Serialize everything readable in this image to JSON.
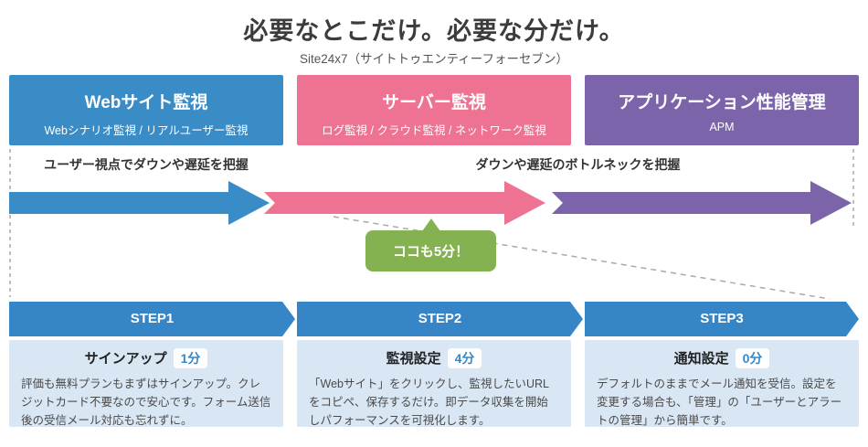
{
  "header": {
    "title": "必要なとこだけ。必要な分だけ。",
    "subtitle": "Site24x7（サイトトゥエンティーフォーセブン）"
  },
  "products": [
    {
      "name": "Webサイト監視",
      "sub": "Webシナリオ監視 / リアルユーザー監視",
      "color": "#3a8cc6"
    },
    {
      "name": "サーバー監視",
      "sub": "ログ監視 / クラウド監視 / ネットワーク監視",
      "color": "#ee7392"
    },
    {
      "name": "アプリケーション性能管理",
      "sub": "APM",
      "color": "#7b64a9"
    }
  ],
  "flow": {
    "left_label": "ユーザー視点でダウンや遅延を把握",
    "right_label": "ダウンや遅延のボトルネックを把握",
    "callout": "ココも5分！",
    "arrow_colors": {
      "web": "#3a8cc6",
      "server": "#ee7392",
      "apm": "#7b64a9"
    },
    "guide_line_color": "#a9a9a9"
  },
  "steps": [
    {
      "banner": "STEP1",
      "heading": "サインアップ",
      "duration": "1分",
      "body": "評価も無料プランもまずはサインアップ。クレジットカード不要なので安心です。フォーム送信後の受信メール対応も忘れずに。"
    },
    {
      "banner": "STEP2",
      "heading": "監視設定",
      "duration": "4分",
      "body": "「Webサイト」をクリックし、監視したいURLをコピペ、保存するだけ。即データ収集を開始しパフォーマンスを可視化します。"
    },
    {
      "banner": "STEP3",
      "heading": "通知設定",
      "duration": "0分",
      "body": "デフォルトのままでメール通知を受信。設定を変更する場合も、「管理」の「ユーザーとアラートの管理」から簡単です。"
    }
  ],
  "colors": {
    "step_banner": "#3685c6",
    "step_box": "#d9e6f3",
    "callout_green": "#84b251",
    "badge_text": "#3787c7"
  }
}
